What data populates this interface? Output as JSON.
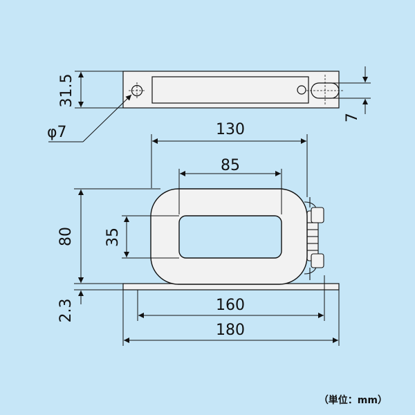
{
  "colors": {
    "background": "#c6e6f7",
    "part_fill": "#f2f2f2",
    "line": "#111111"
  },
  "dimensions": {
    "plate_height": "31.5",
    "slot_width": "7",
    "hole_dia": "φ7",
    "core_width": "130",
    "window_width": "85",
    "core_height": "80",
    "window_height": "35",
    "base_thickness": "2.3",
    "hole_pitch": "160",
    "base_length": "180"
  },
  "unit_note": "（単位：mm）"
}
